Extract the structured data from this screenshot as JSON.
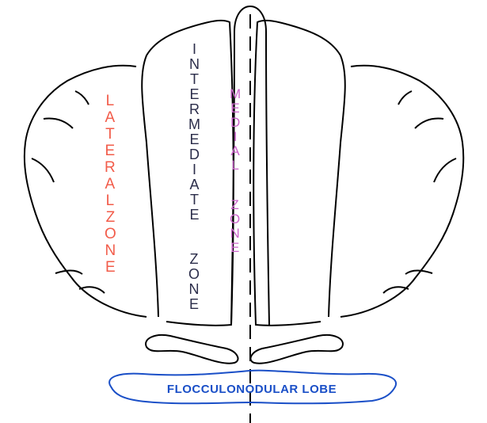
{
  "zones": {
    "lateral": {
      "line1": "LATERAL",
      "line2": "ZONE",
      "color": "#f25c4a"
    },
    "intermediate": {
      "line1": "INTERMEDIATE",
      "line2": "ZONE",
      "color": "#2b2d4a"
    },
    "medial": {
      "line1": "MEDIAL",
      "line2": "ZONE",
      "color": "#cc66cc"
    }
  },
  "flocculonodular": {
    "label": "FLOCCULONODULAR LOBE",
    "color": "#1a4fc7"
  },
  "outline_color": "#000000"
}
